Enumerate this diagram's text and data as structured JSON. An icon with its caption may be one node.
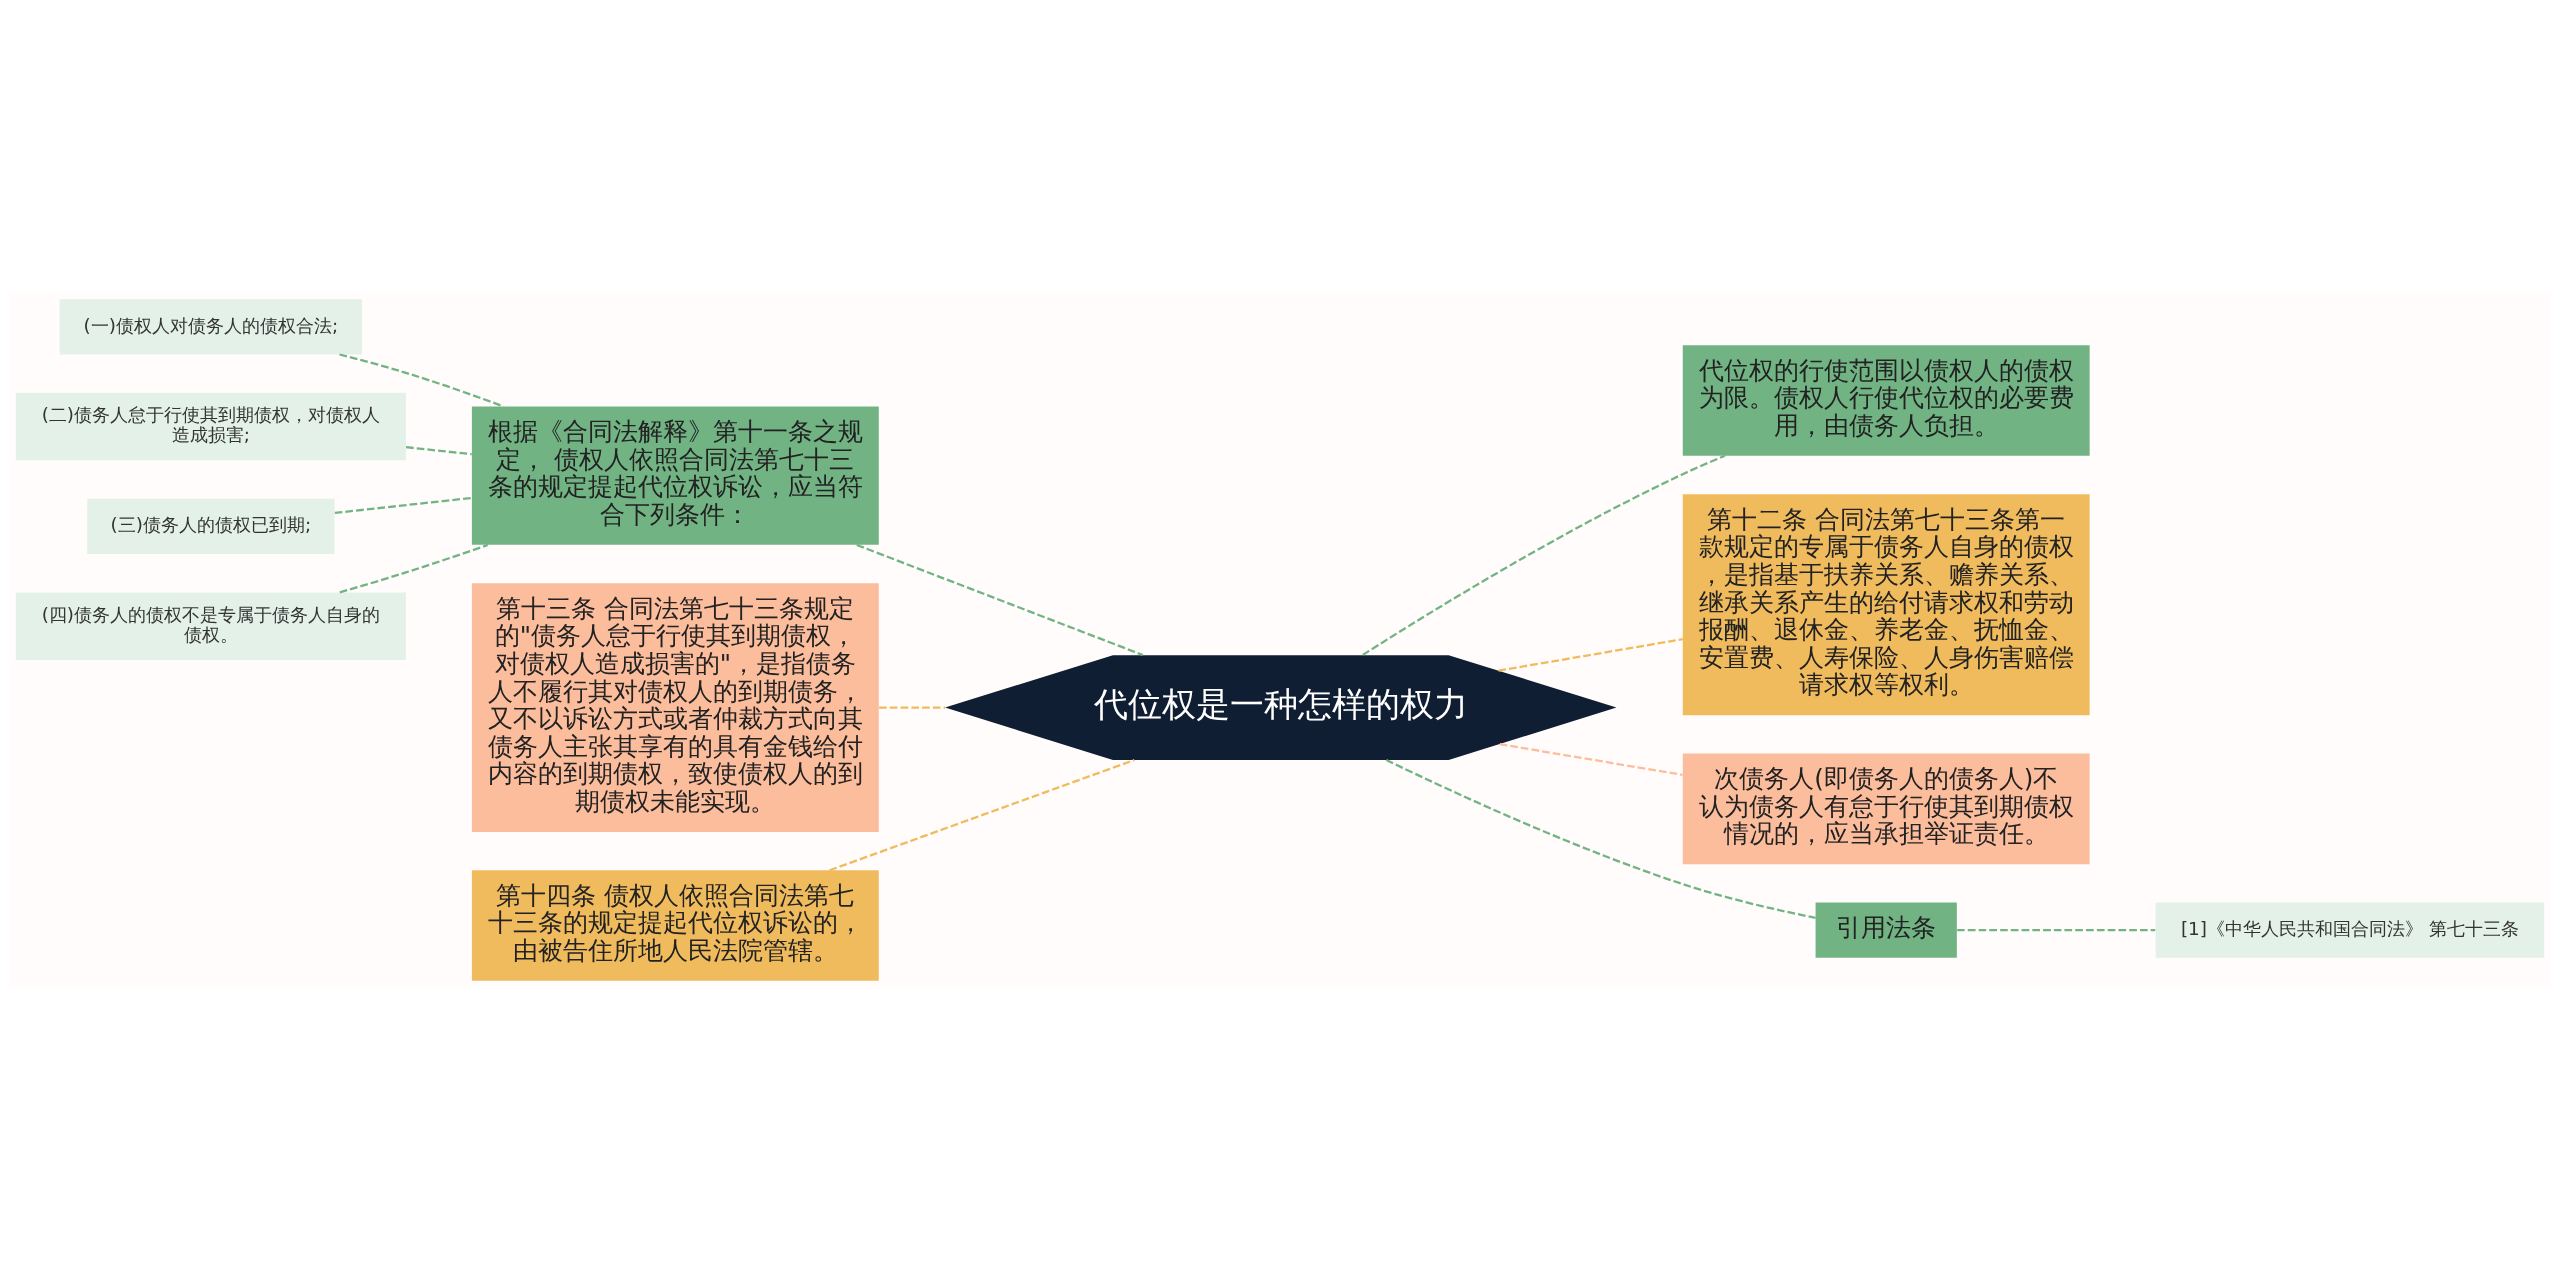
{
  "diagram": {
    "nodes": [
      {
        "text": [
          "代位权是一种怎样的权力"
        ]
      },
      {
        "text": [
          "根据《合同法解释》第十一条之规定， 债权人依照合同法第七十三条的规定提起代位权诉讼，应当符合下列条件："
        ]
      },
      {
        "text": [
          "(一)债权人对债务人的债权合法;"
        ]
      },
      {
        "text": [
          "(二)债务人怠于行使其到期债权，对债权人造成损害;"
        ]
      },
      {
        "text": [
          "(三)债务人的债权已到期;"
        ]
      },
      {
        "text": [
          "(四)债务人的债权不是专属于债务人自身的债权。"
        ]
      },
      {
        "text": [
          "第十三条 合同法第七十三条规定的\"债务人怠于行使其到期债权，对债权人造成损害的\"，是指债务人不履行其对债权人的到期债务，又不以诉讼方式或者仲裁方式向其债务人主张其享有的具有金钱给付内容的到期债权，致使债权人的到期债权未能实现。"
        ]
      },
      {
        "text": [
          "第十四条 债权人依照合同法第七十三条的规定提起代位权诉讼的，由被告住所地人民法院管辖。"
        ]
      },
      {
        "text": [
          "代位权的行使范围以债权人的债权为限。债权人行使代位权的必要费用，由债务人负担。"
        ]
      },
      {
        "text": [
          "第十二条 合同法第七十三条第一款规定的专属于债务人自身的债权，是指基于扶养关系、赡养关系、继承关系产生的给付请求权和劳动报酬、退休金、养老金、抚恤金、安置费、人寿保险、人身伤害赔偿请求权等权利。"
        ]
      },
      {
        "text": [
          "次债务人(即债务人的债务人)不认为债务人有怠于行使其到期债权情况的，应当承担举证责任。"
        ]
      },
      {
        "text": [
          "引用法条"
        ]
      },
      {
        "text": [
          "[1]《中华人民共和国合同法》 第七十三条"
        ]
      }
    ],
    "edges": [
      {
        "from": 0,
        "to": 1,
        "arrow": "none",
        "style": "dashed"
      },
      {
        "from": 1,
        "to": 2,
        "arrow": "none",
        "style": "dashed"
      },
      {
        "from": 1,
        "to": 3,
        "arrow": "none",
        "style": "dashed"
      },
      {
        "from": 1,
        "to": 4,
        "arrow": "none",
        "style": "dashed"
      },
      {
        "from": 1,
        "to": 5,
        "arrow": "none",
        "style": "dashed"
      },
      {
        "from": 0,
        "to": 6,
        "arrow": "none",
        "style": "dashed",
        "color": "#f0bb5d"
      },
      {
        "from": 0,
        "to": 7,
        "arrow": "none",
        "style": "dashed",
        "color": "#f0bb5d"
      },
      {
        "from": 0,
        "to": 8,
        "arrow": "none",
        "style": "dashed"
      },
      {
        "from": 0,
        "to": 9,
        "arrow": "none",
        "style": "dashed",
        "color": "#f0bb5d"
      },
      {
        "from": 0,
        "to": 10,
        "arrow": "none",
        "style": "dashed",
        "color": "#fcbd9d"
      },
      {
        "from": 0,
        "to": 11,
        "arrow": "none",
        "style": "dashed"
      },
      {
        "from": 11,
        "to": 12,
        "arrow": "none",
        "style": "dashed"
      }
    ]
  }
}
